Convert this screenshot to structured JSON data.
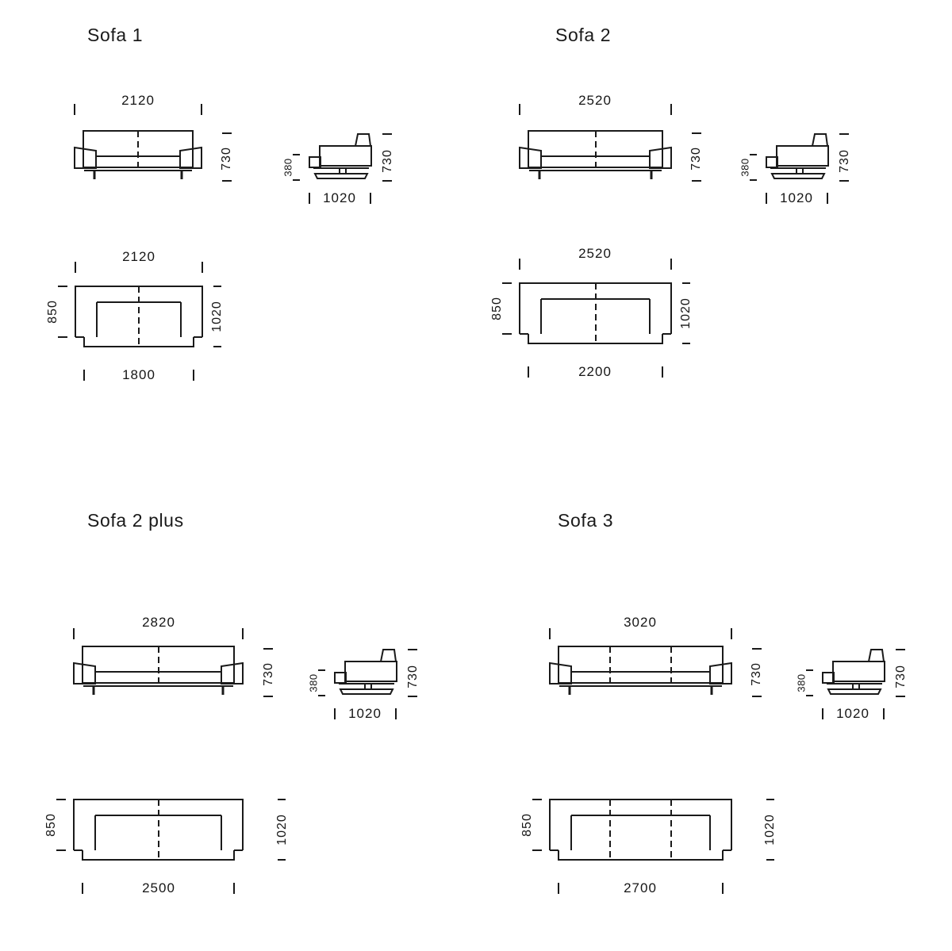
{
  "colors": {
    "line": "#1a1a1a",
    "text": "#1a1a1a",
    "background": "#ffffff"
  },
  "sofas": [
    {
      "title": "Sofa 1",
      "seat_sections": 2,
      "front": {
        "width": "2120",
        "height": "730"
      },
      "side": {
        "seat_height": "380",
        "height": "730",
        "depth": "1020"
      },
      "top": {
        "width": "2120",
        "arm_depth": "850",
        "depth": "1020",
        "seat_width": "1800"
      }
    },
    {
      "title": "Sofa 2",
      "seat_sections": 2,
      "front": {
        "width": "2520",
        "height": "730"
      },
      "side": {
        "seat_height": "380",
        "height": "730",
        "depth": "1020"
      },
      "top": {
        "width": "2520",
        "arm_depth": "850",
        "depth": "1020",
        "seat_width": "2200"
      }
    },
    {
      "title": "Sofa 2 plus",
      "seat_sections": 2,
      "front": {
        "width": "2820",
        "height": "730"
      },
      "side": {
        "seat_height": "380",
        "height": "730",
        "depth": "1020"
      },
      "top": {
        "arm_depth": "850",
        "depth": "1020",
        "seat_width": "2500"
      }
    },
    {
      "title": "Sofa 3",
      "seat_sections": 3,
      "front": {
        "width": "3020",
        "height": "730"
      },
      "side": {
        "seat_height": "380",
        "height": "730",
        "depth": "1020"
      },
      "top": {
        "arm_depth": "850",
        "depth": "1020",
        "seat_width": "2700"
      }
    }
  ]
}
